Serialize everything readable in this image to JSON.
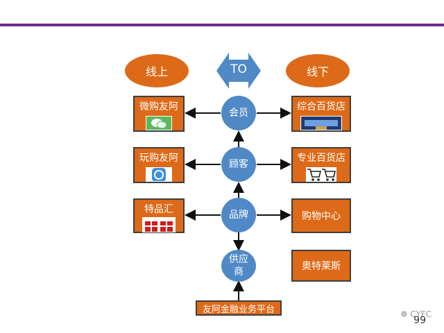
{
  "header": {
    "left": "线上",
    "center": "TO",
    "right": "线下"
  },
  "online": [
    {
      "label": "微购友阿",
      "icon": "wechat-icon"
    },
    {
      "label": "玩购友阿",
      "icon": "app-store-icon"
    },
    {
      "label": "特品汇",
      "icon": "gift-box-icon"
    }
  ],
  "nodes": [
    "会员",
    "顾客",
    "品牌",
    "供应商"
  ],
  "offline": [
    {
      "label": "综合百货店",
      "icon": "mall-photo-icon"
    },
    {
      "label": "专业百货店",
      "icon": "shopping-cart-icon"
    },
    {
      "label": "购物中心"
    },
    {
      "label": "奥特莱斯"
    }
  ],
  "footer": "友阿金融业务平台",
  "watermark": "CYFC",
  "page_number": "99",
  "colors": {
    "orange": "#dd6a18",
    "blue": "#4f89c6",
    "purple": "#6f2b8f"
  }
}
